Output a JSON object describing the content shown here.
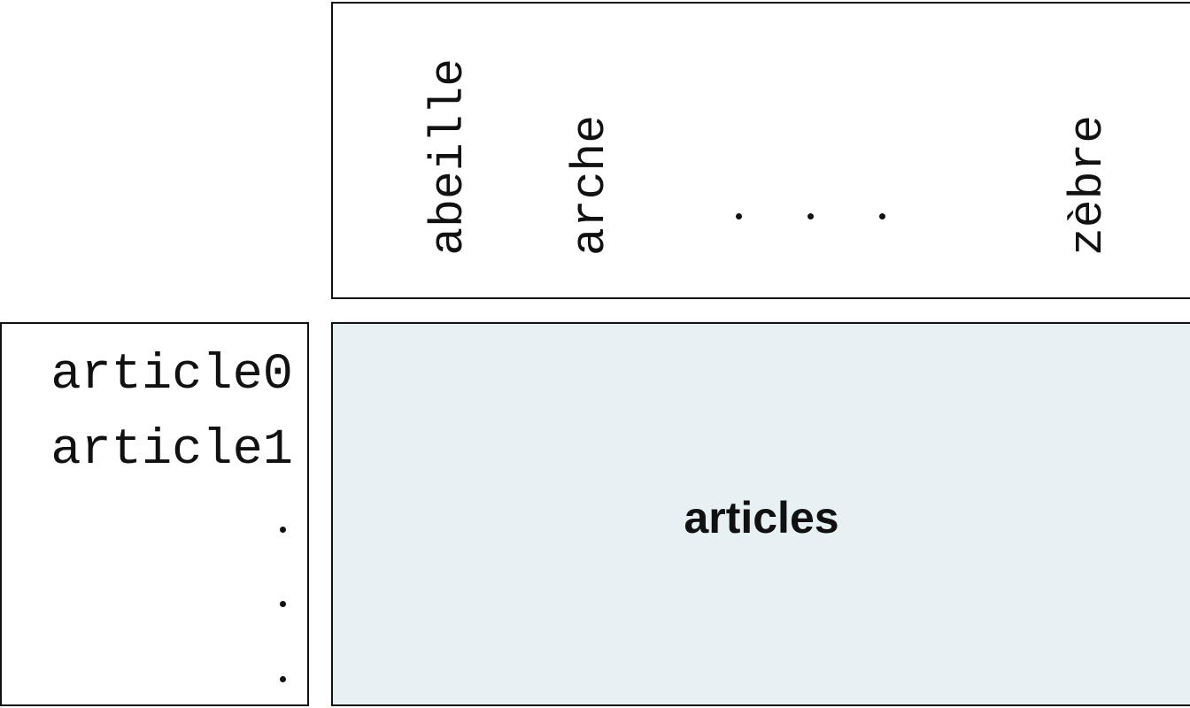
{
  "columns": {
    "items": [
      "abeille",
      "arche",
      "zèbre"
    ],
    "ellipsis": "..."
  },
  "rows": {
    "items": [
      "article0",
      "article1"
    ],
    "ellipsis": "..."
  },
  "matrix": {
    "label": "articles",
    "fill_color": "#e7f0f3"
  }
}
